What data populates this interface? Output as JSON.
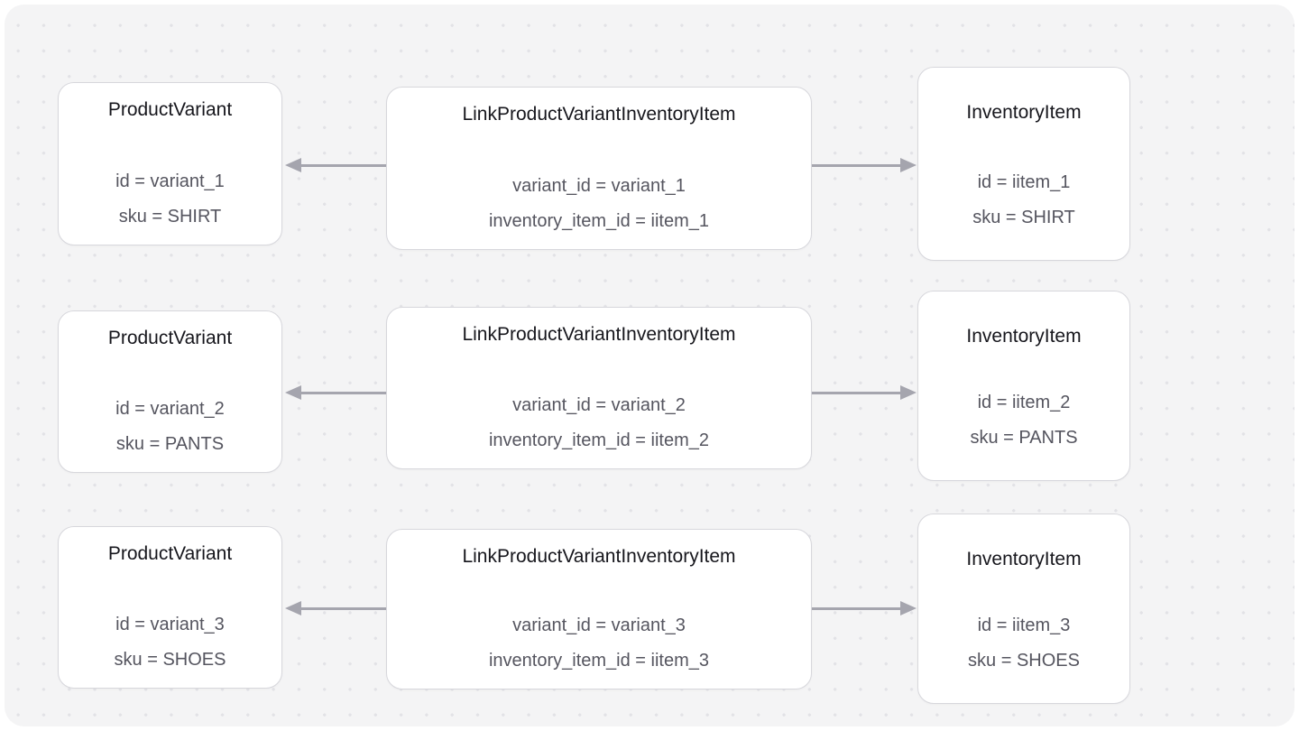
{
  "diagram": {
    "colors": {
      "canvas_bg": "#f4f4f5",
      "dot": "#e2e2e6",
      "box_bg": "#ffffff",
      "box_border": "#d7d7dc",
      "title_text": "#16161c",
      "body_text": "#55555f",
      "arrow": "#a5a5ae"
    },
    "rows": [
      {
        "product_variant": {
          "title": "ProductVariant",
          "lines": [
            "id = variant_1",
            "sku = SHIRT"
          ]
        },
        "link": {
          "title": "LinkProductVariantInventoryItem",
          "lines": [
            "variant_id = variant_1",
            "inventory_item_id = iitem_1"
          ]
        },
        "inventory_item": {
          "title": "InventoryItem",
          "lines": [
            "id = iitem_1",
            "sku = SHIRT"
          ]
        }
      },
      {
        "product_variant": {
          "title": "ProductVariant",
          "lines": [
            "id = variant_2",
            "sku = PANTS"
          ]
        },
        "link": {
          "title": "LinkProductVariantInventoryItem",
          "lines": [
            "variant_id = variant_2",
            "inventory_item_id = iitem_2"
          ]
        },
        "inventory_item": {
          "title": "InventoryItem",
          "lines": [
            "id = iitem_2",
            "sku = PANTS"
          ]
        }
      },
      {
        "product_variant": {
          "title": "ProductVariant",
          "lines": [
            "id = variant_3",
            "sku = SHOES"
          ]
        },
        "link": {
          "title": "LinkProductVariantInventoryItem",
          "lines": [
            "variant_id = variant_3",
            "inventory_item_id = iitem_3"
          ]
        },
        "inventory_item": {
          "title": "InventoryItem",
          "lines": [
            "id = iitem_3",
            "sku = SHOES"
          ]
        }
      }
    ]
  }
}
